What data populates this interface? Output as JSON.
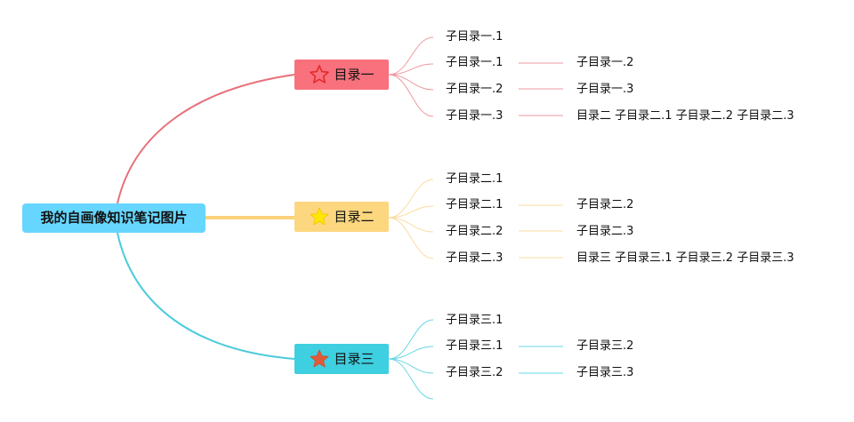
{
  "root": {
    "label": "我的自画像知识笔记图片"
  },
  "colors": {
    "root": "#66d6ff",
    "b1": "#f8717c",
    "b2": "#fcd77f",
    "b3": "#3ecfe0",
    "b1_line": "#e7707a",
    "b2_line": "#fbd27a",
    "b3_line": "#4ccbdc"
  },
  "branches": [
    {
      "label": "目录一",
      "icon": "star-outline-icon",
      "children": [
        "子目录一.1",
        "子目录一.1",
        "子目录一.2",
        "子目录一.3"
      ],
      "grandchildren": [
        "子目录一.2",
        "子目录一.3",
        "目录二 子目录二.1 子目录二.2 子目录二.3"
      ]
    },
    {
      "label": "目录二",
      "icon": "star-yellow-icon",
      "children": [
        "子目录二.1",
        "子目录二.1",
        "子目录二.2",
        "子目录二.3"
      ],
      "grandchildren": [
        "子目录二.2",
        "子目录二.3",
        "目录三 子目录三.1 子目录三.2 子目录三.3"
      ]
    },
    {
      "label": "目录三",
      "icon": "star-orange-icon",
      "children": [
        "子目录三.1",
        "子目录三.1",
        "子目录三.2"
      ],
      "grandchildren": [
        "子目录三.2",
        "子目录三.3"
      ]
    }
  ]
}
